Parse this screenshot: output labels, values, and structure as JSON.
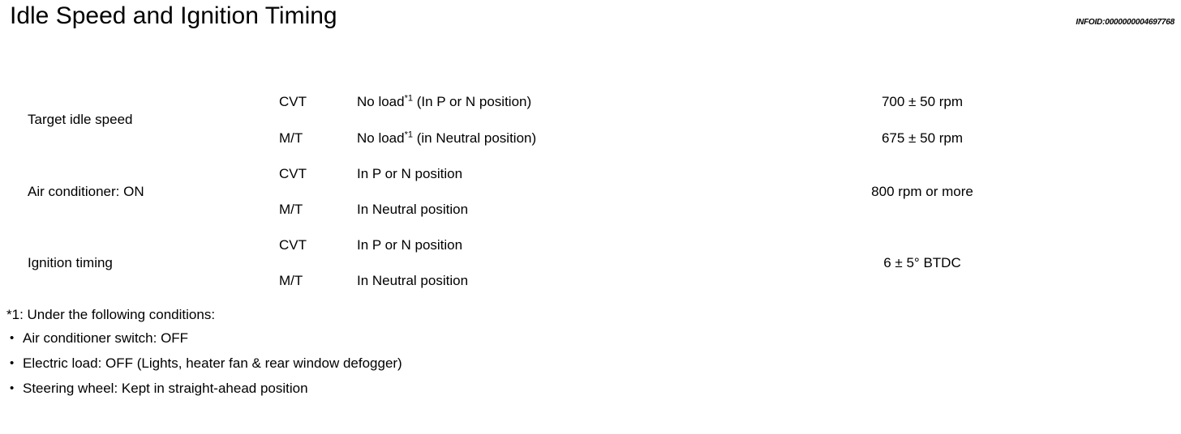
{
  "header": {
    "title": "Idle Speed and Ignition Timing",
    "infoid": "INFOID:0000000004697768"
  },
  "table": {
    "groups": [
      {
        "name": "Target idle speed",
        "rows": [
          {
            "transmission": "CVT",
            "condition_prefix": "No load",
            "condition_ref": "*1",
            "condition_suffix": " (In P or N position)",
            "value": "700 ± 50 rpm"
          },
          {
            "transmission": "M/T",
            "condition_prefix": "No load",
            "condition_ref": "*1",
            "condition_suffix": " (in Neutral position)",
            "value": "675 ± 50 rpm"
          }
        ]
      },
      {
        "name": "Air conditioner: ON",
        "merged_value": "800 rpm or more",
        "rows": [
          {
            "transmission": "CVT",
            "condition_prefix": "In P or N position",
            "condition_ref": "",
            "condition_suffix": ""
          },
          {
            "transmission": "M/T",
            "condition_prefix": "In Neutral position",
            "condition_ref": "",
            "condition_suffix": ""
          }
        ]
      },
      {
        "name": "Ignition timing",
        "merged_value": "6 ± 5° BTDC",
        "rows": [
          {
            "transmission": "CVT",
            "condition_prefix": "In P or N position",
            "condition_ref": "",
            "condition_suffix": ""
          },
          {
            "transmission": "M/T",
            "condition_prefix": "In Neutral position",
            "condition_ref": "",
            "condition_suffix": ""
          }
        ]
      }
    ]
  },
  "footnotes": {
    "heading": "*1: Under the following conditions:",
    "bullet": "•",
    "items": [
      "Air conditioner switch: OFF",
      "Electric load: OFF (Lights, heater fan & rear window defogger)",
      "Steering wheel: Kept in straight-ahead position"
    ]
  }
}
